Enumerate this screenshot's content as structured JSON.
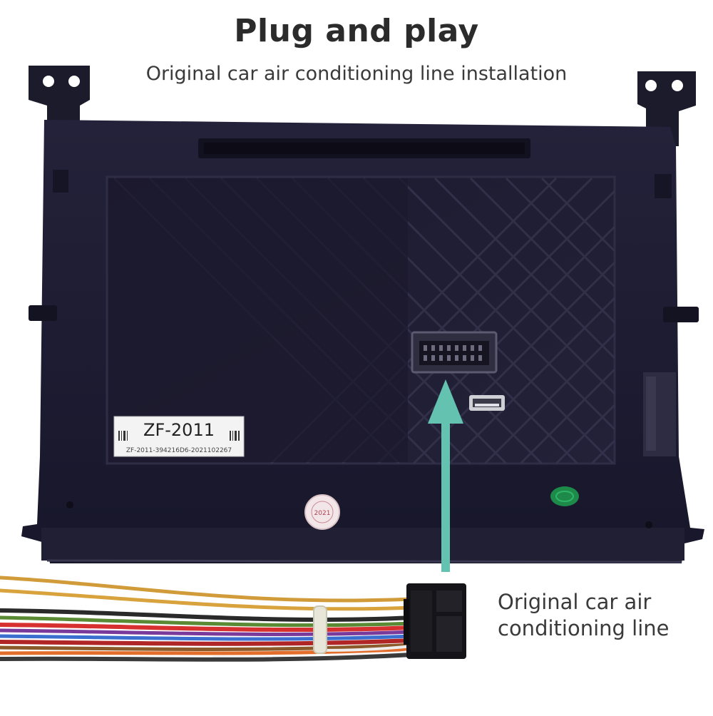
{
  "header": {
    "title": "Plug and play",
    "subtitle": "Original car air conditioning line installation"
  },
  "device": {
    "model_label": "ZF-2011",
    "serial": "ZF-2011-394216D6-2021102267",
    "qc_sticker_text": "2021"
  },
  "callout": {
    "line1": "Original car air",
    "line2": "conditioning line"
  },
  "colors": {
    "arrow": "#63c3b0",
    "device_body": "#1e1c2e",
    "text": "#2b2b2b"
  }
}
